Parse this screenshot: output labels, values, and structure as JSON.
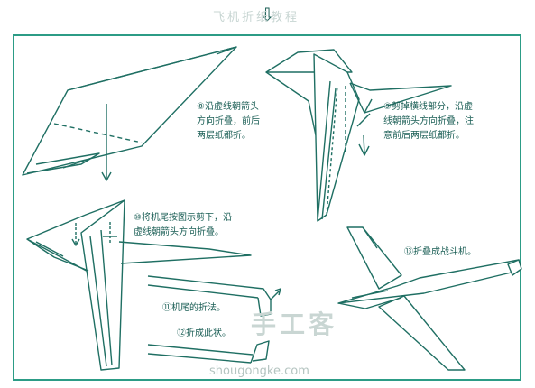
{
  "header": {
    "arrow_glyph": "⇩",
    "faded_title": "飞机折纸教程"
  },
  "steps": {
    "s8": "⑧沿虚线朝箭头\n方向折叠，前后\n两层纸都折。",
    "s9": "⑨剪掉横线部分，沿虚\n线朝箭头方向折叠，注\n意前后两层纸都折。",
    "s10": "⑩将机尾按图示剪下，沿\n虚线朝箭头方向折叠。",
    "s11": "⑪机尾的折法。",
    "s12": "⑫折成此状。",
    "s13": "⑬折叠成战斗机。"
  },
  "watermark": {
    "logo": "手工客",
    "url": "shougongke.com"
  },
  "colors": {
    "line": "#1f6f63",
    "frame": "#2c9c86",
    "text": "#1a5e55"
  }
}
